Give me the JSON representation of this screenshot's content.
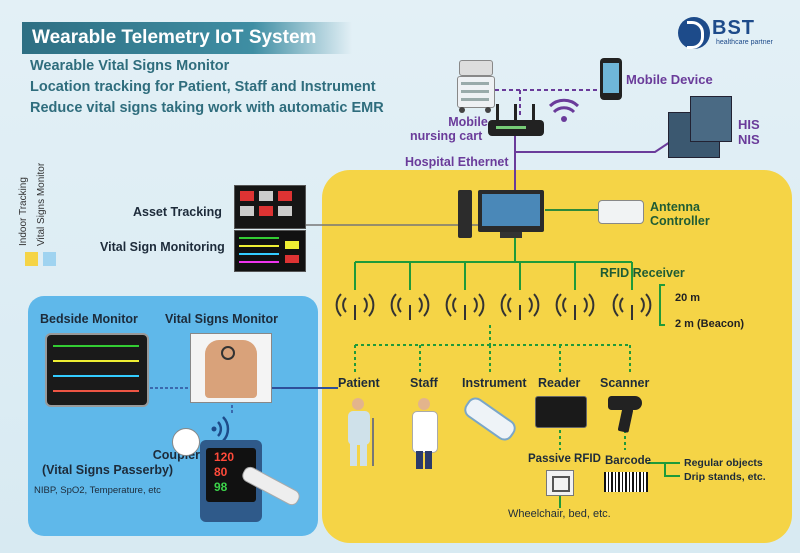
{
  "header": {
    "title": "Wearable Telemetry IoT System",
    "features": [
      "Wearable Vital Signs Monitor",
      "Location tracking for Patient, Staff and Instrument",
      "Reduce vital signs taking work with automatic EMR"
    ]
  },
  "logo": {
    "letters": "BST",
    "tagline": "healthcare partner"
  },
  "legend": {
    "items": [
      "Indoor Tracking",
      "Vital Signs Monitor"
    ],
    "colors": [
      "#f5d446",
      "#9fd3f0"
    ]
  },
  "network": {
    "mobile_device": "Mobile Device",
    "mobile_cart": [
      "Mobile",
      "nursing cart"
    ],
    "his_nis": [
      "HIS",
      "NIS"
    ],
    "ethernet": "Hospital Ethernet",
    "antenna_controller": [
      "Antenna",
      "Controller"
    ],
    "rfid_receiver": "RFID Receiver",
    "range_far": "20 m",
    "range_near": "2 m (Beacon)"
  },
  "screens": {
    "asset_tracking": "Asset Tracking",
    "vital_sign_monitoring": "Vital Sign Monitoring"
  },
  "vital_panel": {
    "bedside_monitor": "Bedside Monitor",
    "vital_signs_monitor": "Vital Signs Monitor",
    "coupler": [
      "Coupler",
      "(Vital Signs Passerby)"
    ],
    "coupler_detail": "NIBP, SpO2, Temperature, etc",
    "device_readings": [
      "120",
      "80",
      "98"
    ]
  },
  "tracking": {
    "targets": [
      "Patient",
      "Staff",
      "Instrument",
      "Reader",
      "Scanner"
    ],
    "passive_rfid": "Passive RFID",
    "barcode": "Barcode",
    "barcode_targets": [
      "Regular objects",
      "Drip stands, etc."
    ],
    "rfid_targets": "Wheelchair, bed, etc."
  },
  "colors": {
    "purple_link": "#6a3b9a",
    "green_link": "#1f9a3a",
    "blue_link": "#2e4f9a",
    "title_bg": "#2e6f83"
  }
}
